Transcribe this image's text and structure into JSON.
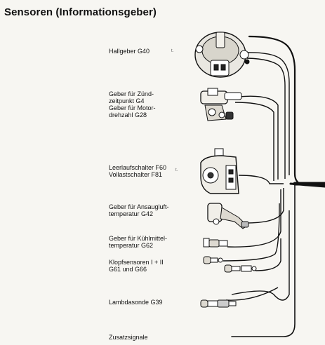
{
  "title": "Sensoren (Informationsgeber)",
  "sensors": [
    {
      "label": "Hallgeber G40"
    },
    {
      "label": "Geber für Zünd-\nzeitpunkt G4\nGeber für Motor-\ndrehzahl G28"
    },
    {
      "label": "Leerlaufschalter F60\nVollastschalter F81"
    },
    {
      "label": "Geber für Ansaugluft-\ntemperatur G42"
    },
    {
      "label": "Geber für Kühlmittel-\ntemperatur G62"
    },
    {
      "label": "Klopfsensoren I + II\nG61 und G66"
    },
    {
      "label": "Lambdasonde G39"
    },
    {
      "label": "Zusatzsignale"
    }
  ]
}
